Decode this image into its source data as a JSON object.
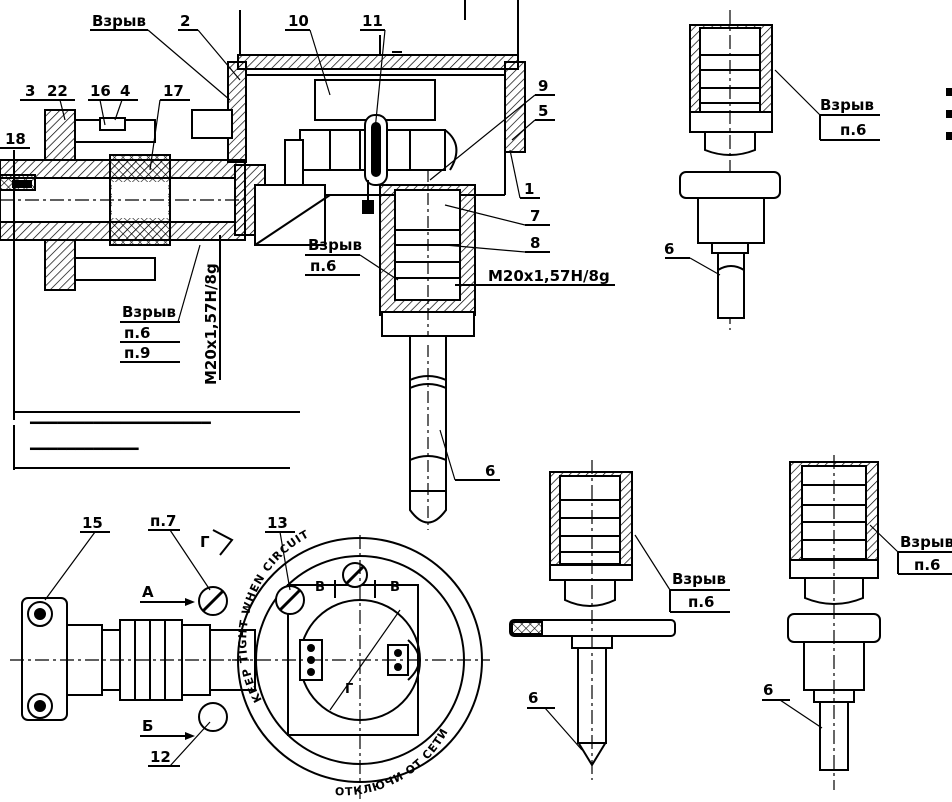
{
  "callouts": {
    "n1": "1",
    "n2": "2",
    "n3": "3",
    "n4": "4",
    "n5": "5",
    "n6a": "6",
    "n6b": "6",
    "n6c": "6",
    "n6d": "6",
    "n7": "7",
    "n8": "8",
    "n9": "9",
    "n10": "10",
    "n11": "11",
    "n12": "12",
    "n13": "13",
    "n15": "15",
    "n16": "16",
    "n17": "17",
    "n18": "18",
    "n22": "22"
  },
  "notes": {
    "vzryv": "Взрыв",
    "p6": "п.6",
    "p9": "п.9",
    "p7": "п.7",
    "thread": "M20x1,57H/8g",
    "view_a": "A",
    "view_b": "Б",
    "view_g": "Г",
    "mark_b": "В",
    "ring_top": "KEEP TIGHT WHEN CIRCUIT",
    "ring_bottom": "ОТКЛЮЧИ ОТ СЕТИ"
  }
}
